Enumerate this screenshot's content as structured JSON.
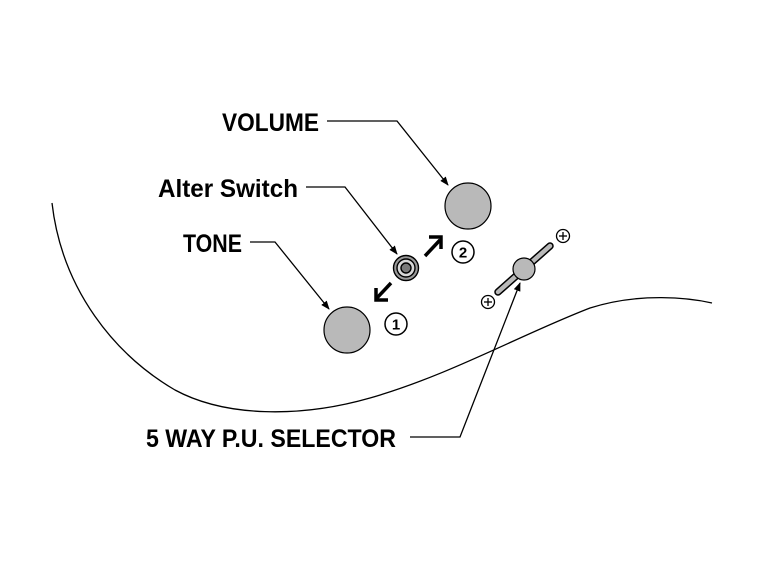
{
  "labels": {
    "volume": "VOLUME",
    "alter_switch": "Alter Switch",
    "tone": "TONE",
    "selector": "5 WAY P.U. SELECTOR"
  },
  "markers": {
    "one": "1",
    "two": "2"
  },
  "colors": {
    "knob_fill": "#b9b9b9",
    "line": "#000000",
    "background": "#ffffff"
  }
}
